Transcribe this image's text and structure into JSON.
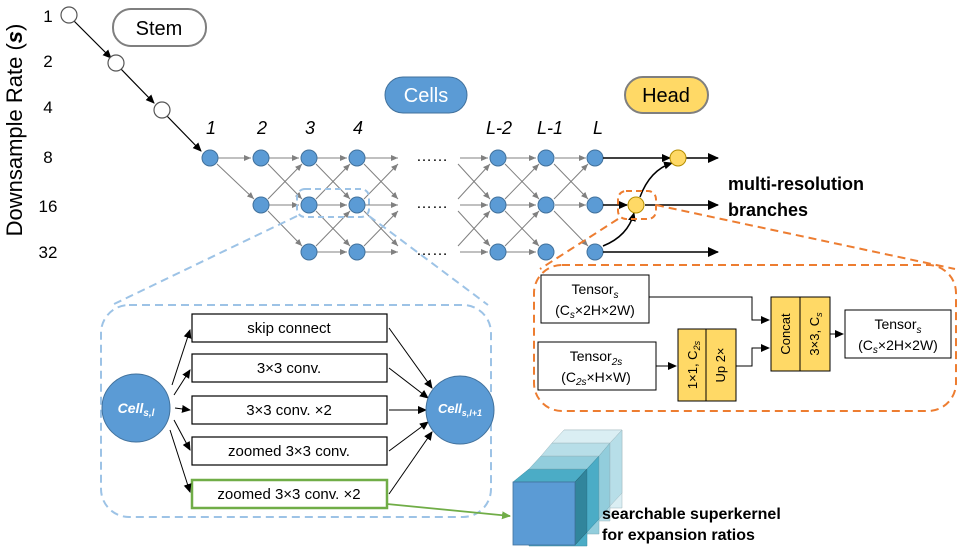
{
  "axis": {
    "label": "Downsample Rate (",
    "label_var": "s",
    "label_close": ")",
    "rates": [
      "1",
      "2",
      "4",
      "8",
      "16",
      "32"
    ]
  },
  "stages": {
    "stem": "Stem",
    "cells": "Cells",
    "head": "Head"
  },
  "columns": [
    "1",
    "2",
    "3",
    "4",
    "L-2",
    "L-1",
    "L"
  ],
  "ellipsis": "……",
  "branches_label": [
    "multi-resolution",
    "branches"
  ],
  "cell_ops": [
    "skip connect",
    "3×3 conv.",
    "3×3 conv. ×2",
    "zoomed 3×3 conv.",
    "zoomed 3×3 conv. ×2"
  ],
  "cell_in": {
    "name": "Cell",
    "sub": "s,l"
  },
  "cell_out": {
    "name": "Cell",
    "sub": "s,l+1"
  },
  "head_detail": {
    "tensor_s": {
      "name": "Tensor",
      "sub": "s",
      "shape_pre": "(C",
      "shape_sub": "s",
      "shape_post": "×2H×2W)"
    },
    "tensor_2s": {
      "name": "Tensor",
      "sub": "2s",
      "shape_pre": "(C",
      "shape_sub": "2s",
      "shape_post": "×H×W)"
    },
    "conv_box": {
      "pre": "1×1, C",
      "sub": "2s"
    },
    "up_box": "Up 2×",
    "concat_box": "Concat",
    "conv3_box": {
      "pre": "3×3, C",
      "sub": "s"
    },
    "tensor_out": {
      "name": "Tensor",
      "sub": "s",
      "shape_pre": "(C",
      "shape_sub": "s",
      "shape_post": "×2H×2W)"
    }
  },
  "superkernel_label": [
    "searchable superkernel",
    "for expansion ratios"
  ],
  "colors": {
    "node_blue": "#5b9bd5",
    "node_stroke": "#41719c",
    "head_yellow": "#ffd966",
    "dashed_blue": "#9dc3e6",
    "dashed_orange": "#ed7d31",
    "green": "#70ad47",
    "gray_arrow": "#808080"
  }
}
